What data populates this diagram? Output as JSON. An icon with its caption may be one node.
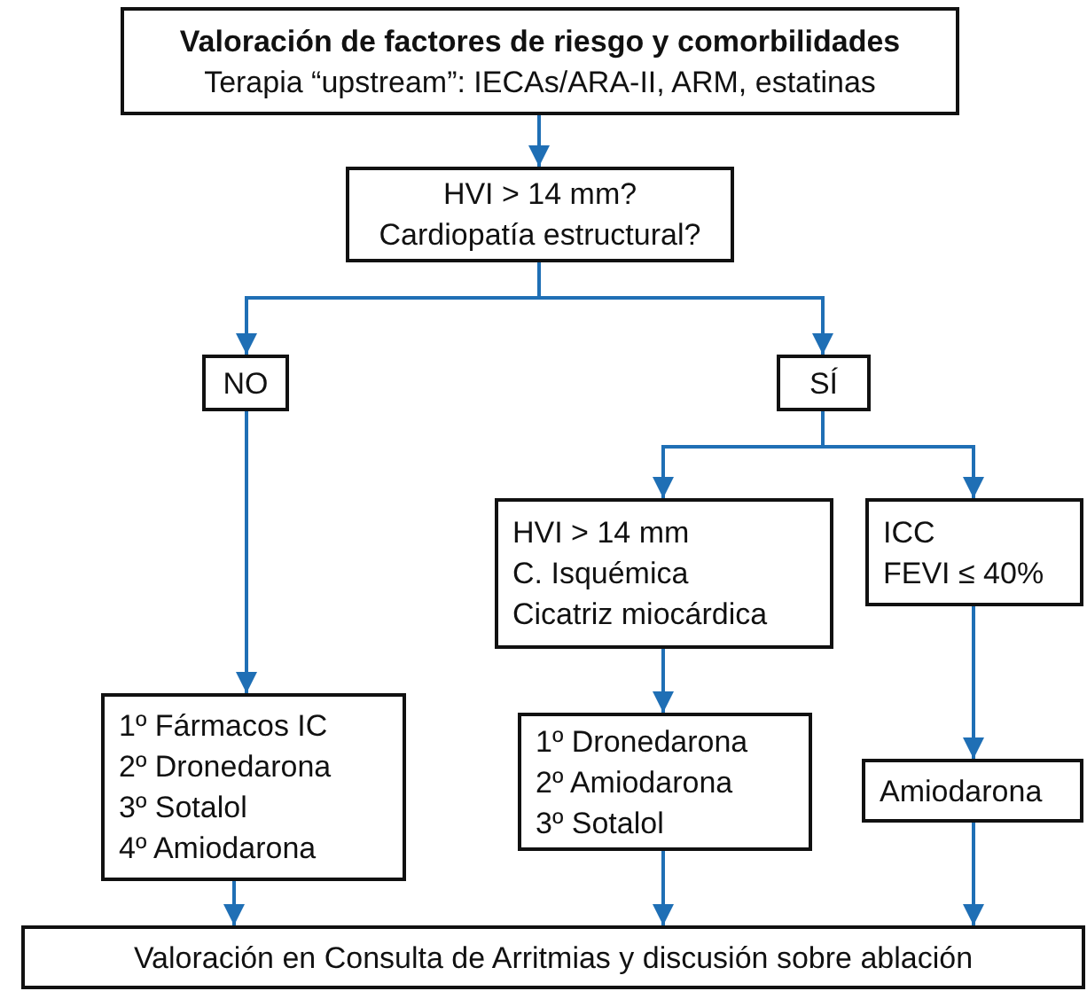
{
  "diagram": {
    "nodes": [
      {
        "text": [
          "Valoración de factores de riesgo y comorbilidades",
          "Terapia “upstream”: IECAs/ARA-II, ARM, estatinas"
        ]
      },
      {
        "text": [
          "HVI > 14 mm?",
          "Cardiopatía estructural?"
        ]
      },
      {
        "text": [
          "NO"
        ]
      },
      {
        "text": [
          "SÍ"
        ]
      },
      {
        "text": [
          "HVI > 14 mm",
          "C. Isquémica",
          "Cicatriz miocárdica"
        ]
      },
      {
        "text": [
          "ICC",
          "FEVI ≤ 40%"
        ]
      },
      {
        "text": [
          "1º Fármacos IC",
          "2º Dronedarona",
          "3º Sotalol",
          "4º Amiodarona"
        ]
      },
      {
        "text": [
          "1º Dronedarona",
          "2º Amiodarona",
          "3º Sotalol"
        ]
      },
      {
        "text": [
          "Amiodarona"
        ]
      },
      {
        "text": [
          "Valoración en Consulta de Arritmias y discusión sobre ablación"
        ]
      }
    ],
    "edges": [
      {
        "from": 0,
        "to": 1,
        "arrow": "to"
      },
      {
        "from": 1,
        "to": 2,
        "arrow": "to"
      },
      {
        "from": 1,
        "to": 3,
        "arrow": "to"
      },
      {
        "from": 3,
        "to": 4,
        "arrow": "to"
      },
      {
        "from": 3,
        "to": 5,
        "arrow": "to"
      },
      {
        "from": 2,
        "to": 6,
        "arrow": "to"
      },
      {
        "from": 4,
        "to": 7,
        "arrow": "to"
      },
      {
        "from": 5,
        "to": 8,
        "arrow": "to"
      },
      {
        "from": 6,
        "to": 9,
        "arrow": "to"
      },
      {
        "from": 7,
        "to": 9,
        "arrow": "to"
      },
      {
        "from": 8,
        "to": 9,
        "arrow": "to"
      }
    ]
  }
}
